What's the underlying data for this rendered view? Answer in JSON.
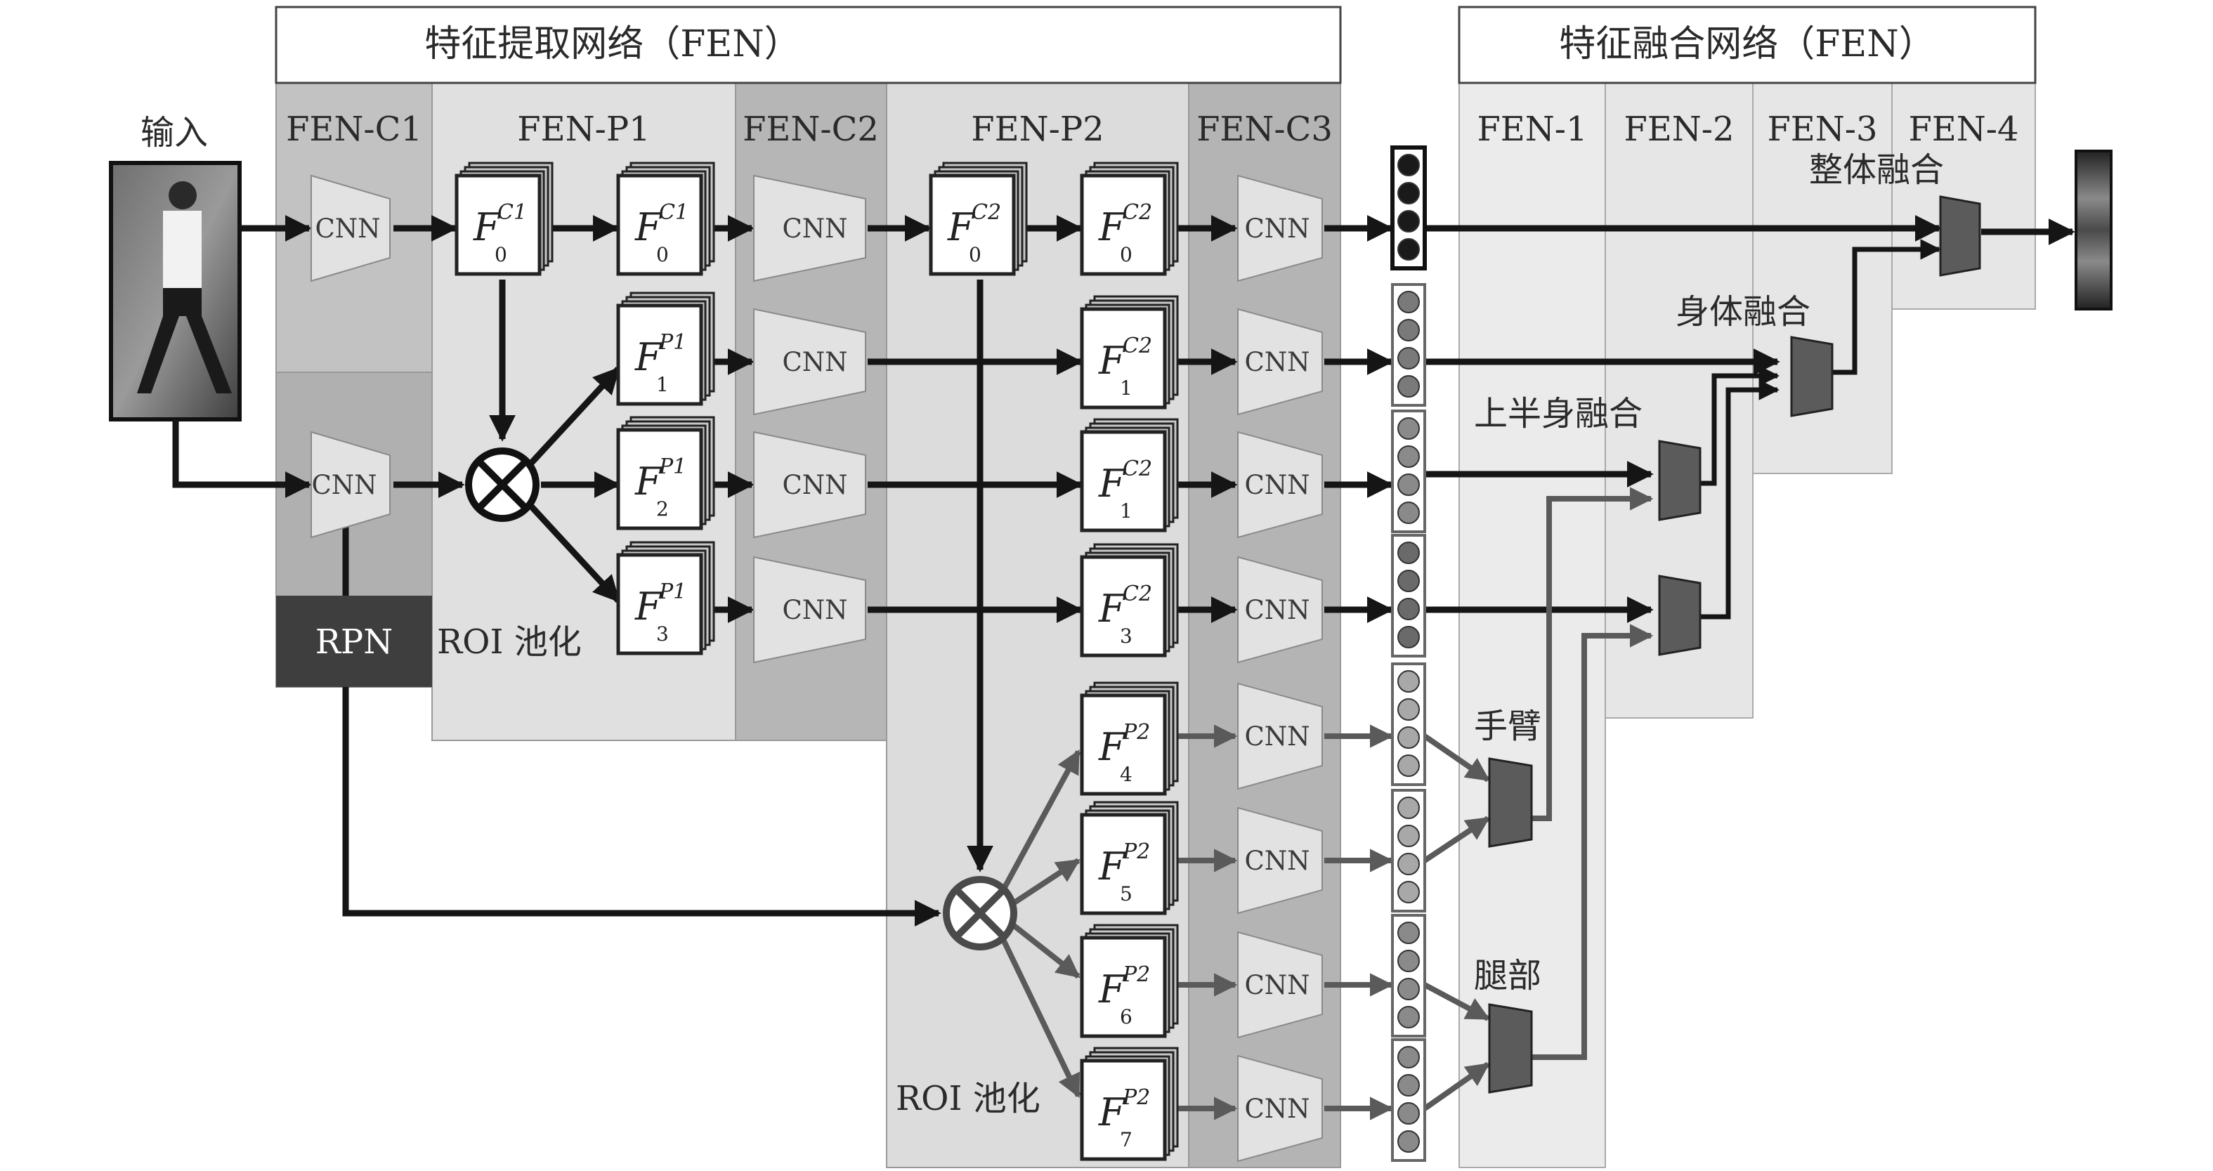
{
  "headers": {
    "extraction": "特征提取网络（FEN）",
    "fusion": "特征融合网络（FEN）"
  },
  "input_label": "输入",
  "columns": {
    "c1": "FEN-C1",
    "p1": "FEN-P1",
    "c2": "FEN-C2",
    "p2": "FEN-P2",
    "c3": "FEN-C3",
    "f1": "FEN-1",
    "f2": "FEN-2",
    "f3": "FEN-3",
    "f4": "FEN-4"
  },
  "cnn_label": "CNN",
  "rpn_label": "RPN",
  "roi_label_1": "ROI 池化",
  "roi_label_2": "ROI 池化",
  "fusion_labels": {
    "overall": "整体融合",
    "body": "身体融合",
    "upper": "上半身融合",
    "arm": "手臂",
    "leg": "腿部"
  },
  "feature_maps": [
    {
      "id": "p1-c1-0",
      "main": "F",
      "sup": "C1",
      "sub": "0"
    },
    {
      "id": "p1-c1-0b",
      "main": "F",
      "sup": "C1",
      "sub": "0"
    },
    {
      "id": "p1-p1-1",
      "main": "F",
      "sup": "P1",
      "sub": "1"
    },
    {
      "id": "p1-p1-2",
      "main": "F",
      "sup": "P1",
      "sub": "2"
    },
    {
      "id": "p1-p1-3",
      "main": "F",
      "sup": "P1",
      "sub": "3"
    },
    {
      "id": "p2-c2-0",
      "main": "F",
      "sup": "C2",
      "sub": "0"
    },
    {
      "id": "p2-c2-0b",
      "main": "F",
      "sup": "C2",
      "sub": "0"
    },
    {
      "id": "p2-c2-1",
      "main": "F",
      "sup": "C2",
      "sub": "1"
    },
    {
      "id": "p2-c2-1b",
      "main": "F",
      "sup": "C2",
      "sub": "1"
    },
    {
      "id": "p2-c2-3",
      "main": "F",
      "sup": "C2",
      "sub": "3"
    },
    {
      "id": "p2-p2-4",
      "main": "F",
      "sup": "P2",
      "sub": "4"
    },
    {
      "id": "p2-p2-5",
      "main": "F",
      "sup": "P2",
      "sub": "5"
    },
    {
      "id": "p2-p2-6",
      "main": "F",
      "sup": "P2",
      "sub": "6"
    },
    {
      "id": "p2-p2-7",
      "main": "F",
      "sup": "P2",
      "sub": "7"
    }
  ],
  "colors": {
    "panel_light": "#e4e4e4",
    "panel_mid": "#cfcfcf",
    "panel_dark": "#b4b4b4",
    "rpn_fill": "#3e3e3e",
    "fusion_bg": "#ececec",
    "arrow_dark": "#151515",
    "arrow_gray": "#5a5a5a",
    "fuser_fill": "#5b5b5b"
  }
}
